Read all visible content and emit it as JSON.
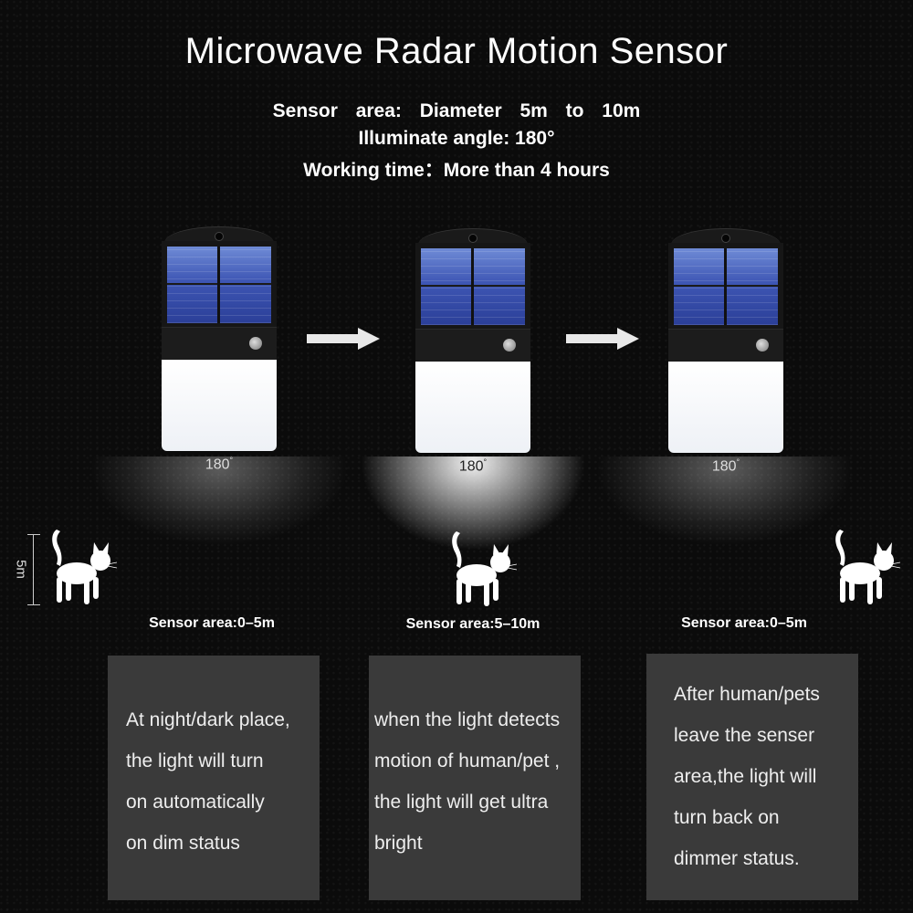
{
  "title": "Microwave Radar Motion Sensor",
  "specs": {
    "area": "Sensor area: Diameter 5m to 10m",
    "angle": "Illuminate angle: 180°",
    "time": "Working time：More than 4 hours"
  },
  "angle_label": "180",
  "degree_symbol": "°",
  "scale_label": "5m",
  "stages": [
    {
      "area_label": "Sensor area:0–5m",
      "brightness": "dim",
      "lines": [
        "At night/dark place,",
        "the light will turn",
        "on automatically",
        "on dim status"
      ]
    },
    {
      "area_label": "Sensor area:5–10m",
      "brightness": "bright",
      "lines": [
        "when the light detects",
        "motion of human/pet ,",
        "the light will get ultra",
        "bright"
      ]
    },
    {
      "area_label": "Sensor area:0–5m",
      "brightness": "dim",
      "lines": [
        "After human/pets",
        "leave the senser",
        "area,the light will",
        "turn back on",
        "dimmer status."
      ]
    }
  ],
  "icons": {
    "arrow": "right-arrow-icon",
    "pet": "cat-icon",
    "lamp": "solar-lamp-icon"
  },
  "colors": {
    "background": "#0b0b0b",
    "panel_blue": "#3e56b4",
    "box_bg": "#3a3a3a"
  }
}
